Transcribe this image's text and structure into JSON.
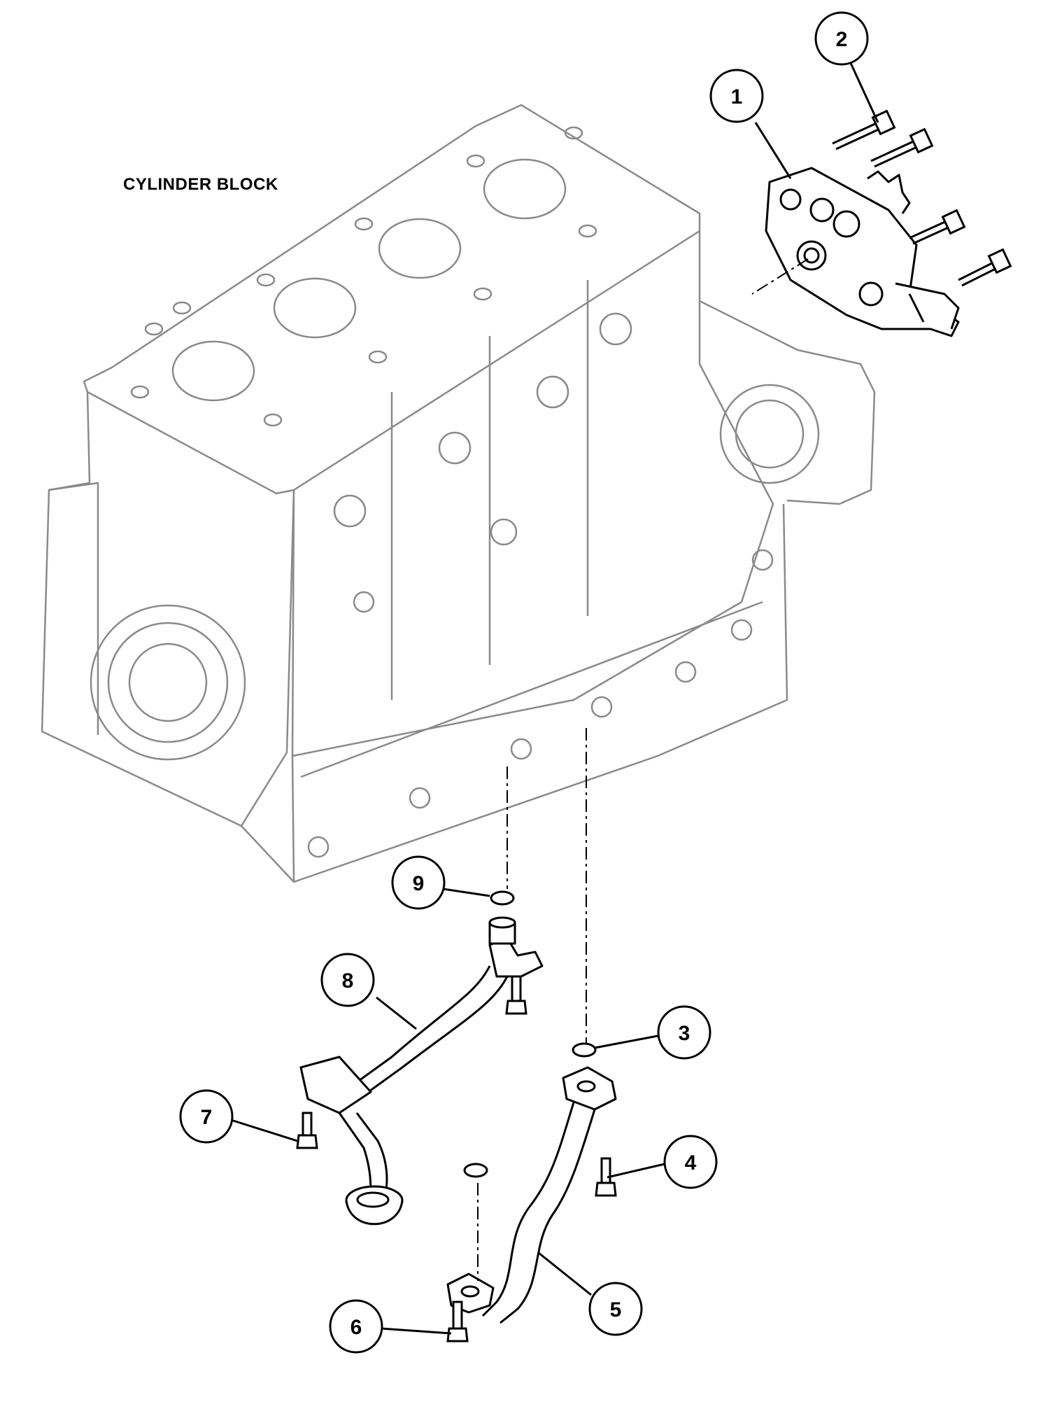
{
  "labels": {
    "block": "CYLINDER BLOCK"
  },
  "callouts": [
    "1",
    "2",
    "3",
    "4",
    "5",
    "6",
    "7",
    "8",
    "9"
  ],
  "colors": {
    "line": "#000000",
    "block_line": "#8a8a8a",
    "background": "#ffffff"
  }
}
